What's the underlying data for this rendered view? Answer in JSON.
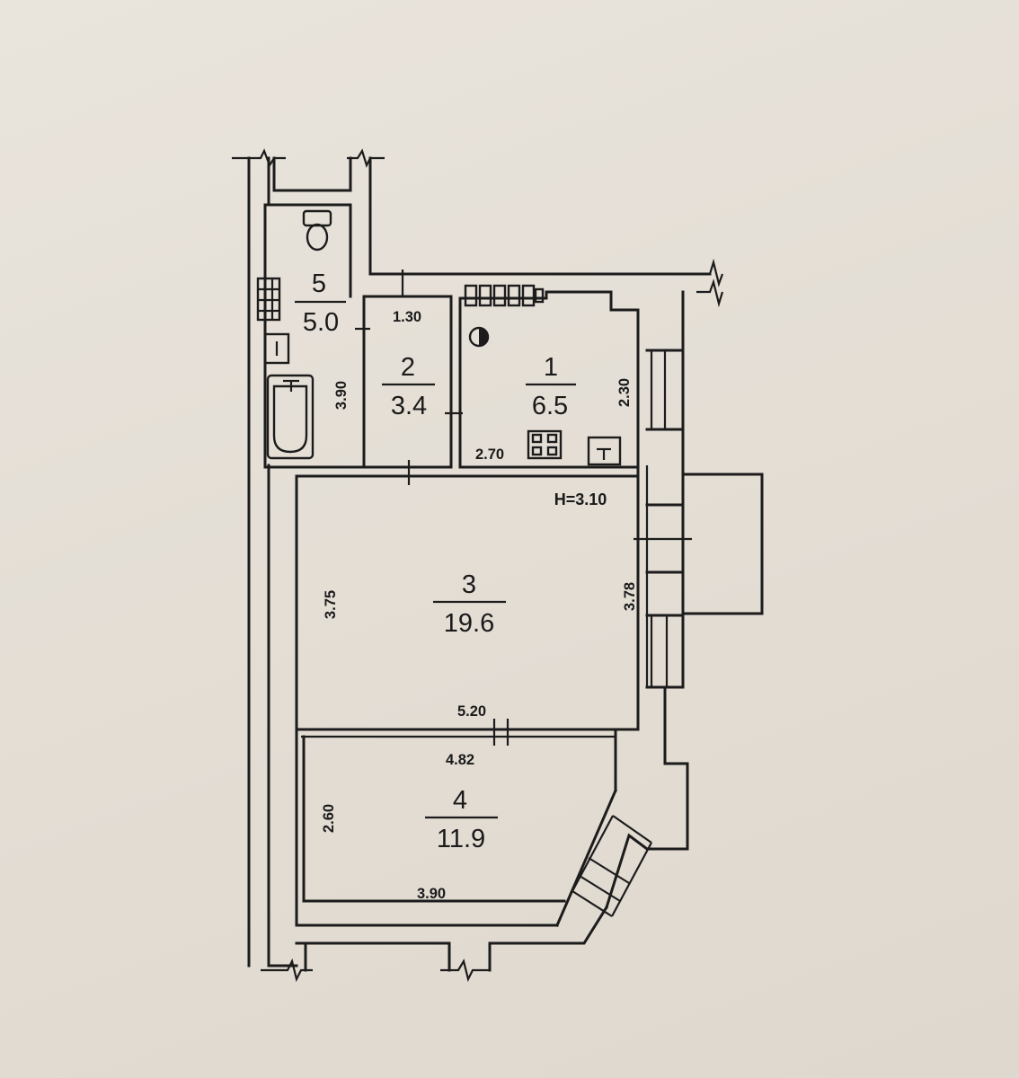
{
  "floor_plan": {
    "ceiling_height": "H=3.10",
    "rooms": [
      {
        "number": "1",
        "area": "6.5"
      },
      {
        "number": "2",
        "area": "3.4"
      },
      {
        "number": "3",
        "area": "19.6"
      },
      {
        "number": "4",
        "area": "11.9"
      },
      {
        "number": "5",
        "area": "5.0"
      }
    ],
    "dimensions": {
      "room1_height": "2.30",
      "room1_width": "2.70",
      "room2_width": "1.30",
      "room5_height": "3.90",
      "room3_left_height": "3.75",
      "room3_right_height": "3.78",
      "room3_width": "5.20",
      "room4_top_width": "4.82",
      "room4_height": "2.60",
      "room4_bottom_width": "3.90"
    },
    "fixtures": [
      "toilet-icon",
      "bathtub-icon",
      "sink-icon",
      "radiator-icon",
      "stove-icon",
      "boiler-icon",
      "kitchen-sink-icon"
    ]
  }
}
